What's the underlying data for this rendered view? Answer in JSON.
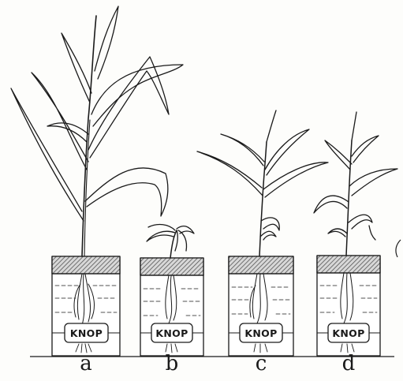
{
  "figure": {
    "plants": [
      {
        "id": "a",
        "caption": "a",
        "label": "KNOP"
      },
      {
        "id": "b",
        "caption": "b",
        "label": "KNOP"
      },
      {
        "id": "c",
        "caption": "c",
        "label": "KNOP"
      },
      {
        "id": "d",
        "caption": "d",
        "label": "KNOP"
      }
    ]
  },
  "colors": {
    "ink": "#1a1a1a",
    "paper": "#fdfdfb",
    "hatch": "#6a6a6a"
  }
}
